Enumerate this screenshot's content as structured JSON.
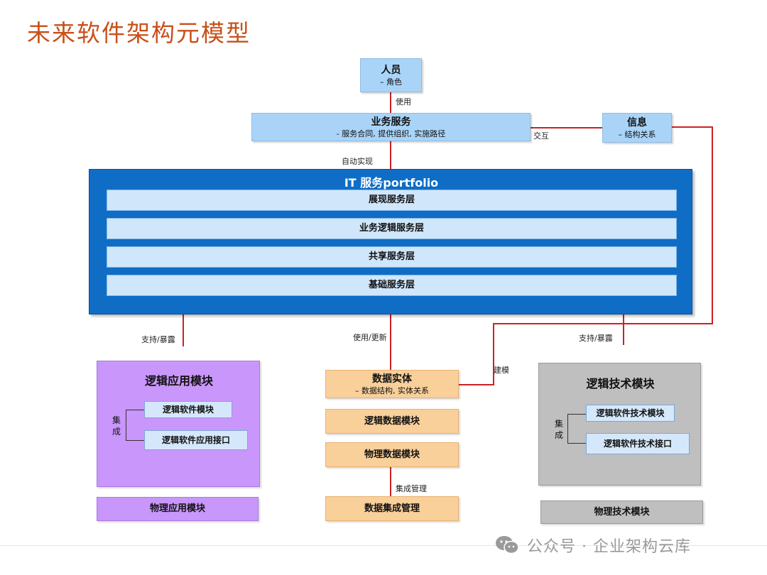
{
  "title": "未来软件架构元模型",
  "people": {
    "title": "人员",
    "sub": "– 角色"
  },
  "use_label": "使用",
  "business": {
    "title": "业务服务",
    "sub": "- 服务合同, 提供组织,  实施路径"
  },
  "interact_label": "交互",
  "info": {
    "title": "信息",
    "sub": "– 结构关系"
  },
  "auto_label": "自动实现",
  "portfolio": {
    "title": "IT 服务portfolio",
    "layers": [
      "展现服务层",
      "业务逻辑服务层",
      "共享服务层",
      "基础服务层"
    ]
  },
  "support_left": "支持/暴露",
  "use_update": "使用/更新",
  "support_right": "支持/暴露",
  "modeling": "建模",
  "logic_app": {
    "title": "逻辑应用模块",
    "integrate": "集成",
    "items": [
      "逻辑软件模块",
      "逻辑软件应用接口"
    ]
  },
  "physical_app": "物理应用模块",
  "data_entity": {
    "title": "数据实体",
    "sub": "– 数据结构,  实体关系"
  },
  "logic_data": "逻辑数据模块",
  "physical_data": "物理数据模块",
  "integ_mgmt_label": "集成管理",
  "data_integ": "数据集成管理",
  "logic_tech": {
    "title": "逻辑技术模块",
    "integrate": "集成",
    "items": [
      "逻辑软件技术模块",
      "逻辑软件技术接口"
    ]
  },
  "physical_tech": "物理技术模块",
  "watermark": "公众号 · 企业架构云库",
  "colors": {
    "title": "#c8501a",
    "line": "#cc2222",
    "portfolio": "#0f6dc6",
    "purple": "#c996fb",
    "orange": "#f9cf9a",
    "grey": "#bfbfbf"
  }
}
